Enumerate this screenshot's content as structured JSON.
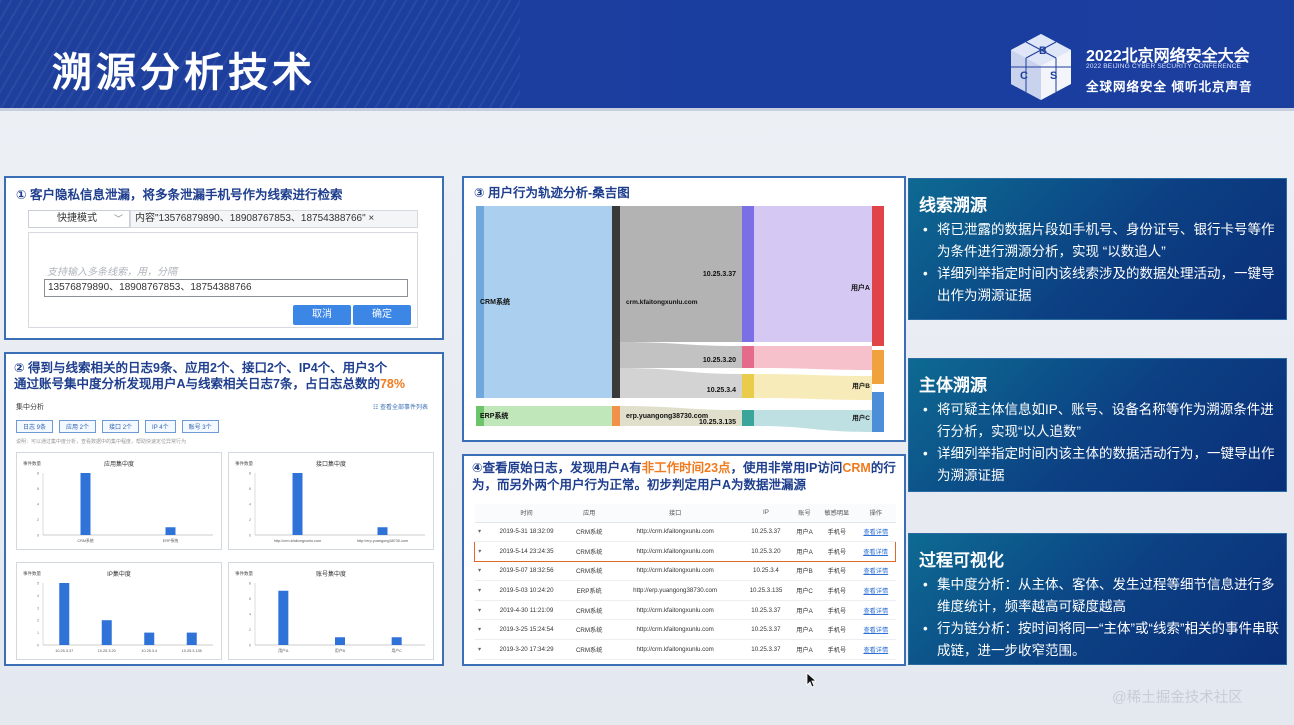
{
  "header": {
    "title": "溯源分析技术",
    "conference_title": "2022北京网络安全大会",
    "conference_en": "2022 BEIJING CYBER SECURITY CONFERENCE",
    "slogan": "全球网络安全  倾听北京声音",
    "logo_letters": [
      "B",
      "C",
      "S"
    ]
  },
  "panel1": {
    "title": "① 客户隐私信息泄漏，将多条泄漏手机号作为线索进行检索",
    "mode_label": "快捷模式",
    "content_value": "内容\"13576879890、18908767853、18754388766\" ×",
    "placeholder": "支持输入多条线索，用，分隔",
    "input_value": "13576879890、18908767853、18754388766",
    "cancel_label": "取消",
    "confirm_label": "确定"
  },
  "panel2": {
    "title_line1": "② 得到与线索相关的日志9条、应用2个、接口2个、IP4个、用户3个",
    "title_line2_prefix": "通过账号集中度分析发现用户A与线索相关日志7条，占日志总数的",
    "title_line2_highlight": "78%",
    "subtitle": "集中分析",
    "link": "查看全部事件列表",
    "tags": [
      "日志 9条",
      "应用 2个",
      "接口 2个",
      "IP 4个",
      "账号 3个"
    ],
    "note": "说明：可以通过集中度分析，查看数据中的集中程度，帮助快速定位异常行为",
    "charts": [
      {
        "title": "应用集中度",
        "ylabel": "事件数量",
        "categories": [
          "CRM系统",
          "ERP系统"
        ],
        "values": [
          8,
          1
        ],
        "ymax": 8
      },
      {
        "title": "接口集中度",
        "ylabel": "事件数量",
        "categories": [
          "http://crm.kfaitongxunlu.com",
          "http://erp.yuangong38730.com"
        ],
        "values": [
          8,
          1
        ],
        "ymax": 8
      },
      {
        "title": "IP集中度",
        "ylabel": "事件数量",
        "categories": [
          "10.25.3.37",
          "10.25.3.20",
          "10.25.3.4",
          "10.25.3.135"
        ],
        "values": [
          5,
          2,
          1,
          1
        ],
        "ymax": 5
      },
      {
        "title": "账号集中度",
        "ylabel": "事件数量",
        "categories": [
          "用户A",
          "用户B",
          "用户C"
        ],
        "values": [
          7,
          1,
          1
        ],
        "ymax": 8
      }
    ]
  },
  "panel3": {
    "title": "③ 用户行为轨迹分析-桑吉图",
    "sankey": {
      "apps": [
        "CRM系统",
        "ERP系统"
      ],
      "urls": [
        "crm.kfaitongxunlu.com",
        "erp.yuangong38730.com"
      ],
      "ips": [
        "10.25.3.37",
        "10.25.3.20",
        "10.25.3.4",
        "10.25.3.135"
      ],
      "users": [
        "用户A",
        "用户B",
        "用户C"
      ]
    }
  },
  "panel4": {
    "title_parts": [
      {
        "t": "④查看原始日志，发现用户A有",
        "c": "n"
      },
      {
        "t": "非工作时间23点",
        "c": "o"
      },
      {
        "t": "，使用非常用IP访问",
        "c": "n"
      },
      {
        "t": "CRM",
        "c": "o"
      },
      {
        "t": "的行为，而另外两个用户行为正常。初步判定用户A为数据泄漏源",
        "c": "n"
      }
    ],
    "columns": [
      "时间",
      "应用",
      "接口",
      "IP",
      "账号",
      "敏感明显",
      "操作"
    ],
    "rows": [
      [
        "2019-5-31 18:32:09",
        "CRM系统",
        "http://crm.kfaitongxunlu.com",
        "10.25.3.37",
        "用户A",
        "手机号",
        "查看详情"
      ],
      [
        "2019-5-14 23:24:35",
        "CRM系统",
        "http://crm.kfaitongxunlu.com",
        "10.25.3.20",
        "用户A",
        "手机号",
        "查看详情"
      ],
      [
        "2019-5-07 18:32:56",
        "CRM系统",
        "http://crm.kfaitongxunlu.com",
        "10.25.3.4",
        "用户B",
        "手机号",
        "查看详情"
      ],
      [
        "2019-5-03 10:24:20",
        "ERP系统",
        "http://erp.yuangong38730.com",
        "10.25.3.135",
        "用户C",
        "手机号",
        "查看详情"
      ],
      [
        "2019-4-30 11:21:09",
        "CRM系统",
        "http://crm.kfaitongxunlu.com",
        "10.25.3.37",
        "用户A",
        "手机号",
        "查看详情"
      ],
      [
        "2019-3-25 15:24:54",
        "CRM系统",
        "http://crm.kfaitongxunlu.com",
        "10.25.3.37",
        "用户A",
        "手机号",
        "查看详情"
      ],
      [
        "2019-3-20 17:34:29",
        "CRM系统",
        "http://crm.kfaitongxunlu.com",
        "10.25.3.37",
        "用户A",
        "手机号",
        "查看详情"
      ]
    ],
    "highlight_row": 1
  },
  "cards": [
    {
      "title": "线索溯源",
      "items": [
        "将已泄露的数据片段如手机号、身份证号、银行卡号等作为条件进行溯源分析，实现 “以数追人”",
        "详细列举指定时间内该线索涉及的数据处理活动，一键导出作为溯源证据"
      ]
    },
    {
      "title": "主体溯源",
      "items": [
        "将可疑主体信息如IP、账号、设备名称等作为溯源条件进行分析，实现“以人追数”",
        "详细列举指定时间内该主体的数据活动行为，一键导出作为溯源证据"
      ]
    },
    {
      "title": "过程可视化",
      "items": [
        "集中度分析：从主体、客体、发生过程等细节信息进行多维度统计，频率越高可疑度越高",
        "行为链分析：按时间将同一“主体”或“线索”相关的事件串联成链，进一步收窄范围。"
      ]
    }
  ],
  "watermark": "@稀土掘金技术社区"
}
